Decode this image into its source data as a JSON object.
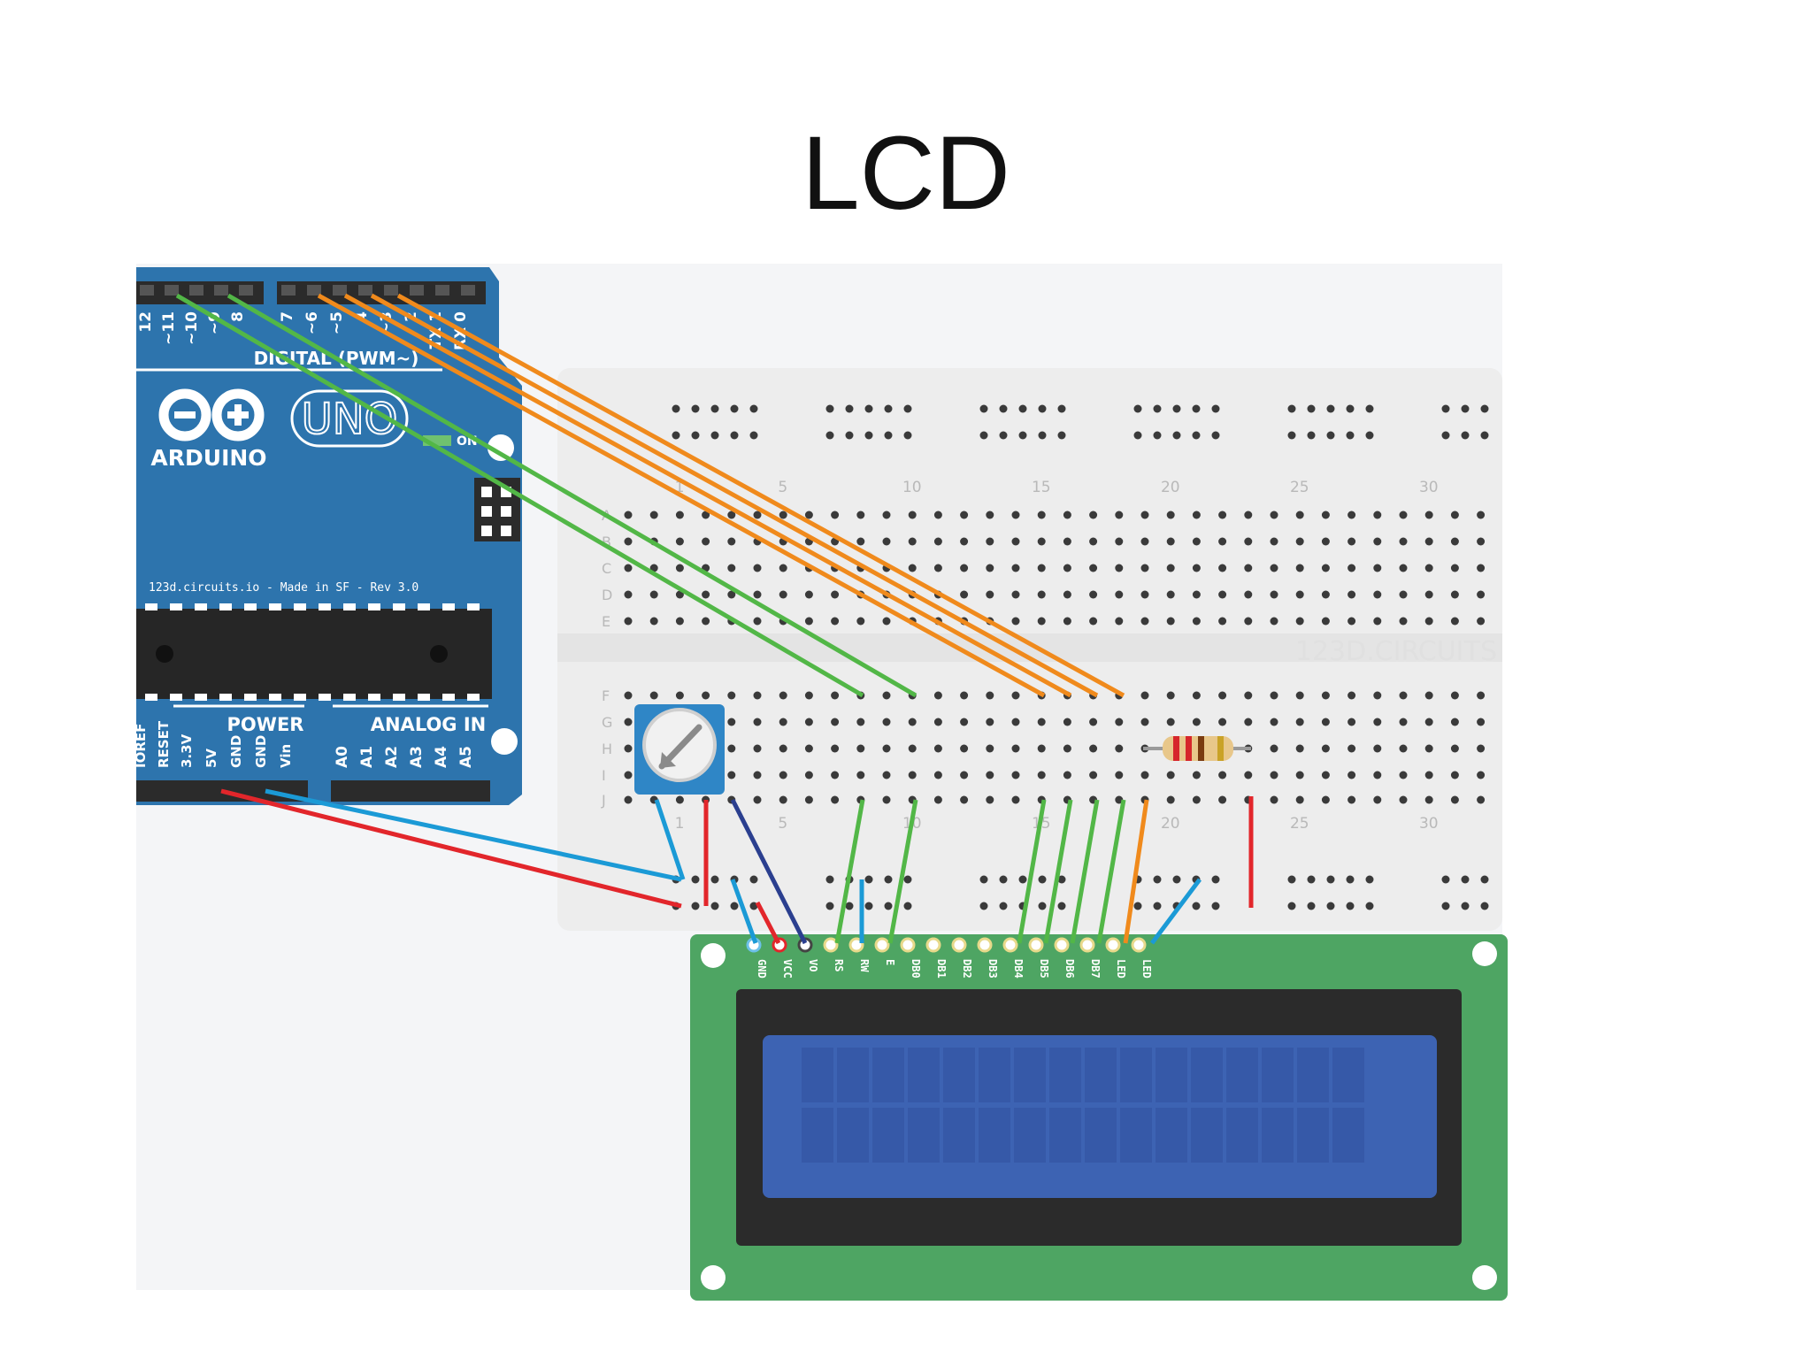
{
  "slide": {
    "title": "LCD"
  },
  "arduino": {
    "digital_header_label": "DIGITAL (PWM~)",
    "digital_pins": [
      "12",
      "~11",
      "~10",
      "~9",
      "8",
      "7",
      "~6",
      "~5",
      "4",
      "~3",
      "2",
      "TX 1",
      "RX 0"
    ],
    "brand": "ARDUINO",
    "model": "UNO",
    "on_label": "ON",
    "board_note": "123d.circuits.io - Made in SF - Rev 3.0",
    "power_label": "POWER",
    "analog_label": "ANALOG IN",
    "power_pins": [
      "IOREF",
      "RESET",
      "3.3V",
      "5V",
      "GND",
      "GND",
      "Vin"
    ],
    "analog_pins": [
      "A0",
      "A1",
      "A2",
      "A3",
      "A4",
      "A5"
    ]
  },
  "breadboard": {
    "row_letters_top": [
      "A",
      "B",
      "C",
      "D",
      "E"
    ],
    "row_letters_bottom": [
      "F",
      "G",
      "H",
      "I",
      "J"
    ],
    "column_numbers": [
      "1",
      "5",
      "10",
      "15",
      "20",
      "25",
      "30"
    ],
    "watermark": "123D.CIRCUITS"
  },
  "lcd": {
    "pins": [
      "GND",
      "VCC",
      "VO",
      "RS",
      "RW",
      "E",
      "DB0",
      "DB1",
      "DB2",
      "DB3",
      "DB4",
      "DB5",
      "DB6",
      "DB7",
      "LED",
      "LED"
    ]
  },
  "colors": {
    "arduino_board": "#2d74ad",
    "breadboard": "#ededed",
    "lcd_pcb": "#4ea563",
    "lcd_bezel": "#2b2b2b",
    "lcd_screen": "#3d63b3",
    "wire_green": "#52b747",
    "wire_orange": "#f08a1c",
    "wire_red": "#e2262b",
    "wire_blue": "#1b9ad6",
    "wire_navy": "#2b3f8f"
  }
}
